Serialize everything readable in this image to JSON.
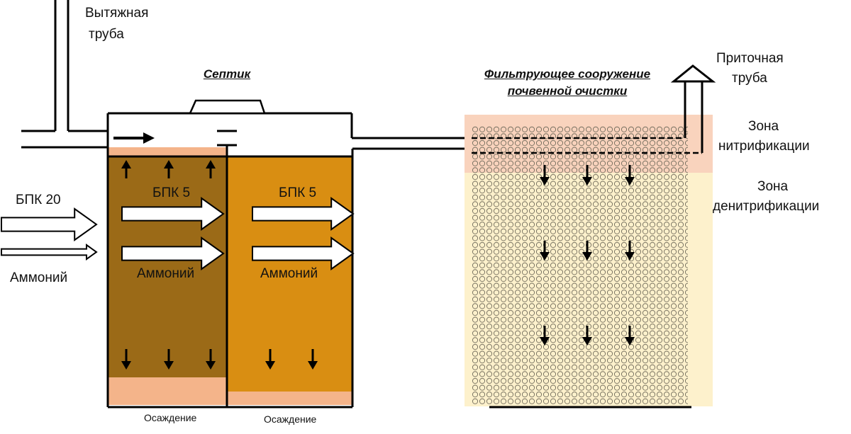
{
  "titles": {
    "septic": "Септик",
    "filter_line1": "Фильтрующее сооружение",
    "filter_line2": "почвенной очистки"
  },
  "pipes": {
    "exhaust_line1": "Вытяжная",
    "exhaust_line2": "труба",
    "supply_line1": "Приточная",
    "supply_line2": "труба"
  },
  "inputs": {
    "bpk20": "БПК 20",
    "ammonium": "Аммоний"
  },
  "chamber1": {
    "bpk": "БПК 5",
    "ammonium": "Аммоний",
    "sediment": "Осаждение"
  },
  "chamber2": {
    "bpk": "БПК 5",
    "ammonium": "Аммоний",
    "sediment": "Осаждение"
  },
  "zones": {
    "nitrification_line1": "Зона",
    "nitrification_line2": "нитрификации",
    "denitrification_line1": "Зона",
    "denitrification_line2": "денитрификации"
  },
  "colors": {
    "chamber1": "#9b6a17",
    "chamber2": "#d98e12",
    "sediment": "#f4b48a",
    "nitrification_zone": "#f9d3bd",
    "denitrification_zone": "#fdf1cc"
  }
}
